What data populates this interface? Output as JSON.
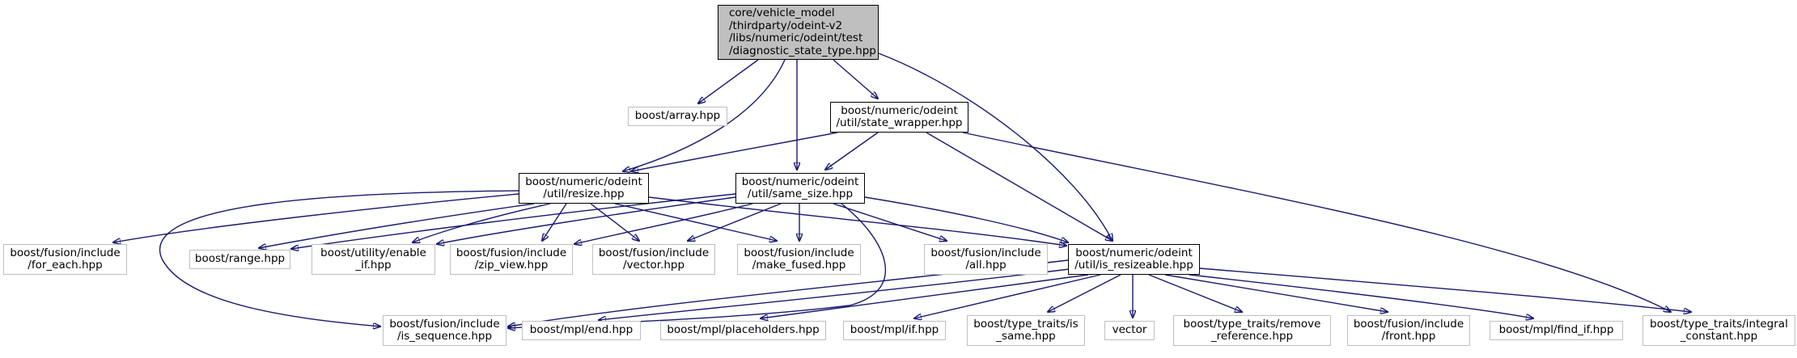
{
  "colors": {
    "edge": "#191970",
    "root_fill": "#bfbfbf",
    "external_border": "#bfbfbf",
    "internal_border": "#000000"
  },
  "nodes": {
    "root": "core/vehicle_model\n/thirdparty/odeint-v2\n/libs/numeric/odeint/test\n/diagnostic_state_type.hpp",
    "boost_array": "boost/array.hpp",
    "state_wrapper": "boost/numeric/odeint\n/util/state_wrapper.hpp",
    "resize": "boost/numeric/odeint\n/util/resize.hpp",
    "same_size": "boost/numeric/odeint\n/util/same_size.hpp",
    "for_each": "boost/fusion/include\n/for_each.hpp",
    "range": "boost/range.hpp",
    "enable_if": "boost/utility/enable\n_if.hpp",
    "zip_view": "boost/fusion/include\n/zip_view.hpp",
    "fusion_vector": "boost/fusion/include\n/vector.hpp",
    "make_fused": "boost/fusion/include\n/make_fused.hpp",
    "fusion_all": "boost/fusion/include\n/all.hpp",
    "is_resizeable": "boost/numeric/odeint\n/util/is_resizeable.hpp",
    "is_sequence": "boost/fusion/include\n/is_sequence.hpp",
    "mpl_end": "boost/mpl/end.hpp",
    "placeholders": "boost/mpl/placeholders.hpp",
    "mpl_if": "boost/mpl/if.hpp",
    "is_same": "boost/type_traits/is\n_same.hpp",
    "std_vector": "vector",
    "remove_reference": "boost/type_traits/remove\n_reference.hpp",
    "fusion_front": "boost/fusion/include\n/front.hpp",
    "find_if": "boost/mpl/find_if.hpp",
    "integral_constant": "boost/type_traits/integral\n_constant.hpp"
  }
}
